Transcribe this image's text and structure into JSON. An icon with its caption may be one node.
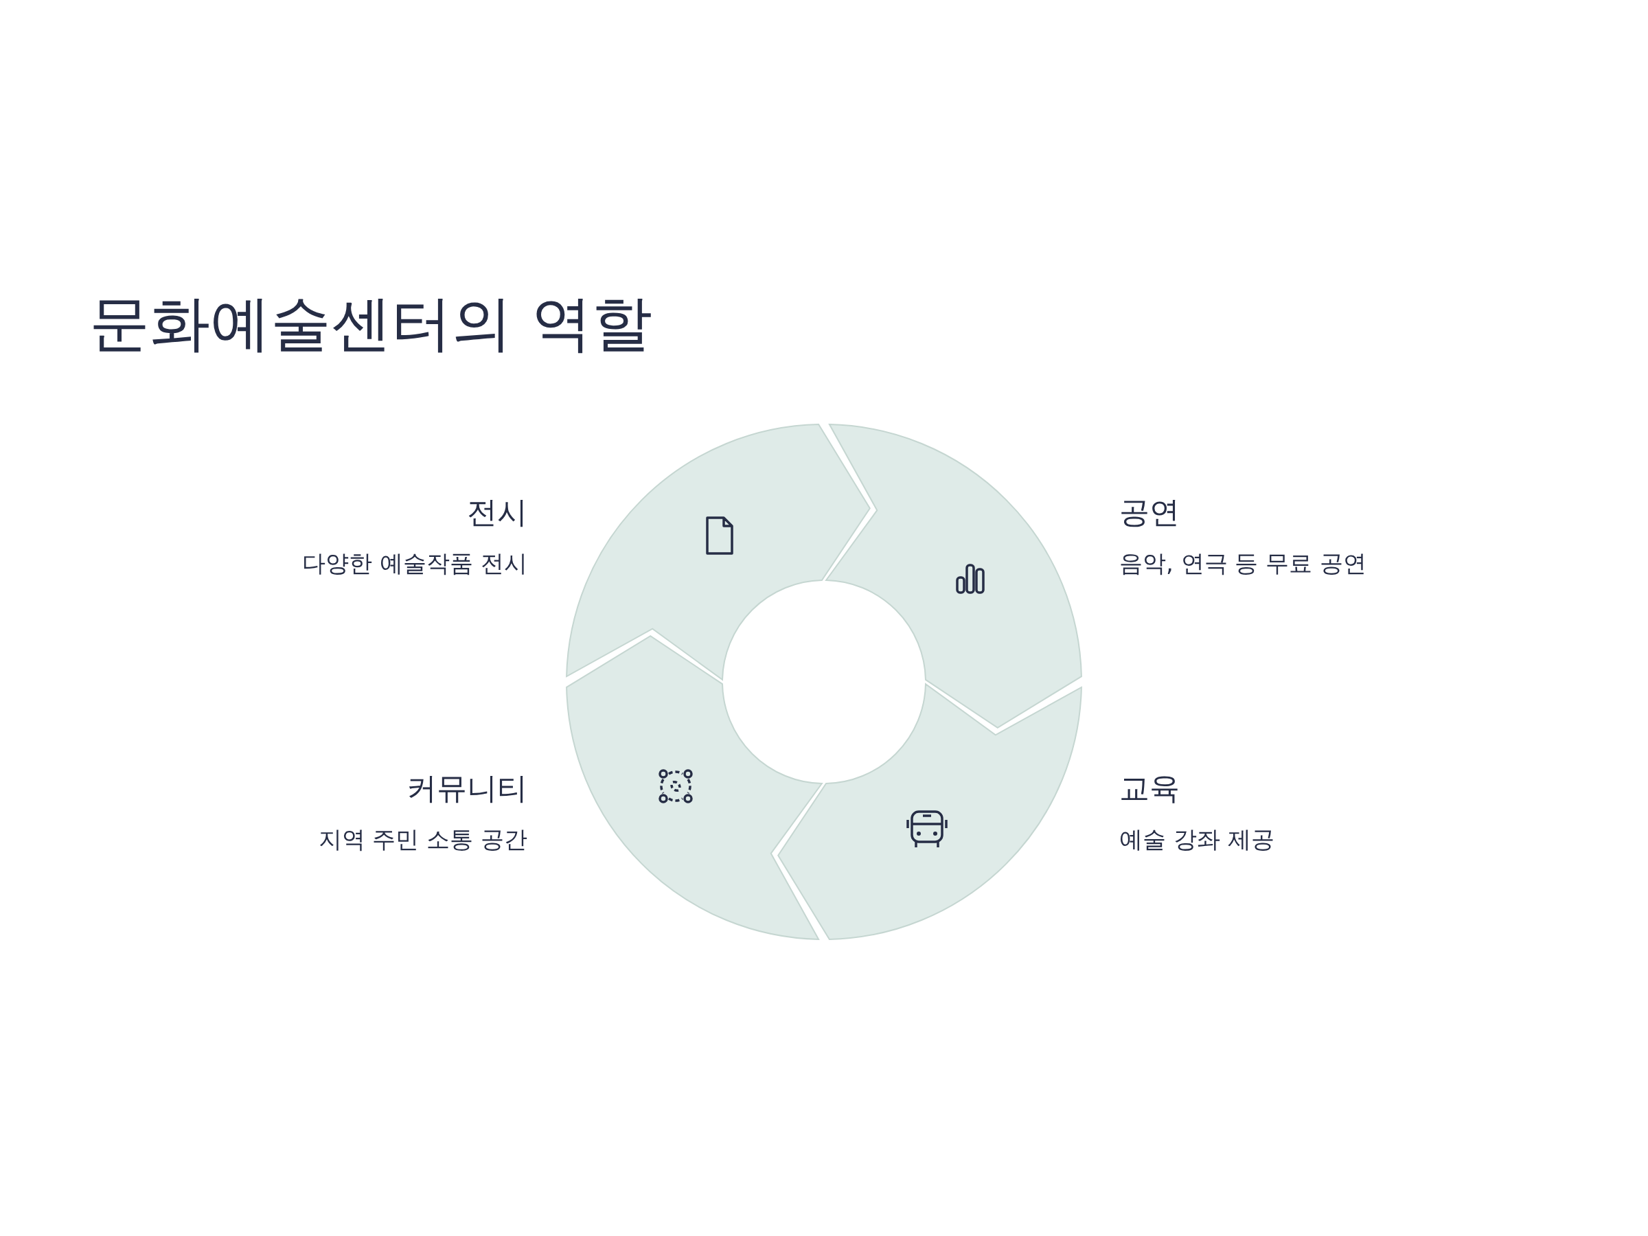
{
  "diagram": {
    "title": "문화예술센터의 역할",
    "nodes": [
      {
        "text": [],
        "shape": "arc",
        "beside": [
          "전시",
          "다양한 예술작품 전시"
        ]
      },
      {
        "text": [],
        "shape": "arc",
        "beside": [
          "공연",
          "음악, 연극 등 무료 공연"
        ]
      },
      {
        "text": [],
        "shape": "arc",
        "beside": [
          "교육",
          "예술 강좌 제공"
        ]
      },
      {
        "text": [],
        "shape": "arc",
        "beside": [
          "커뮤니티",
          "지역 주민 소통 공간"
        ]
      }
    ]
  }
}
